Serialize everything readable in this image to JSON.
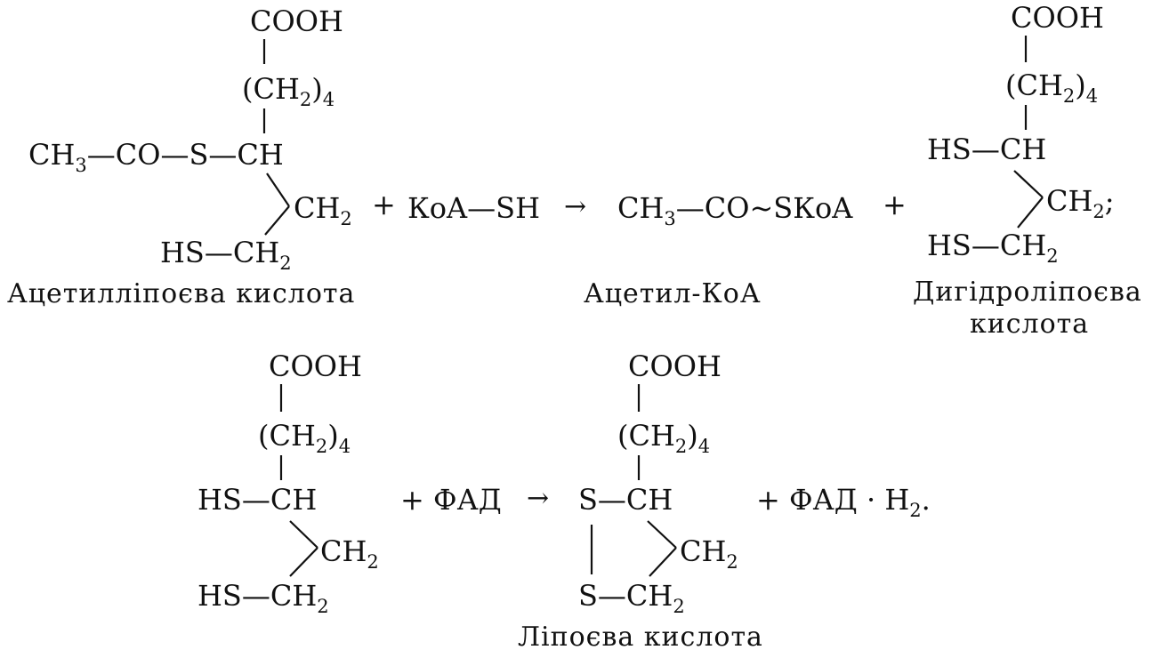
{
  "reaction1": {
    "acetyllipoic": {
      "cooh": "COOH",
      "ch2_open": "(CH",
      "ch2_sub": "2",
      "ch2_close": ")",
      "ch2_count": "4",
      "left_chain": "CH",
      "left_chain_sub": "3",
      "left_chain_rest": "—CO—S—CH",
      "ch2_side": "CH",
      "ch2_side_sub": "2",
      "hs": "HS—CH",
      "hs_sub": "2",
      "caption": "Ацетилліпоєва кислота"
    },
    "plus1": "+",
    "coa_sh": "КoA—SH",
    "arrow": "→",
    "acetyl_coa": {
      "formula_a": "CH",
      "formula_a_sub": "3",
      "formula_b": "—CO",
      "tilde": "~",
      "formula_c": "SКoA",
      "caption": "Ацетил-КоА"
    },
    "plus2": "+",
    "dihydrolipoic": {
      "cooh": "COOH",
      "ch2_open": "(CH",
      "ch2_sub": "2",
      "ch2_close": ")",
      "ch2_count": "4",
      "hs_ch": "HS—CH",
      "ch2_side": "CH",
      "ch2_side_sub": "2",
      "semicolon": ";",
      "hs_ch2": "HS—CH",
      "hs_ch2_sub": "2",
      "caption_line1": "Дигідроліпоєва",
      "caption_line2": "кислота"
    }
  },
  "reaction2": {
    "dihydrolipoic": {
      "cooh": "COOH",
      "ch2_open": "(CH",
      "ch2_sub": "2",
      "ch2_close": ")",
      "ch2_count": "4",
      "hs_ch": "HS—CH",
      "ch2_side": "CH",
      "ch2_side_sub": "2",
      "hs_ch2": "HS—CH",
      "hs_ch2_sub": "2"
    },
    "plus_fad": "+ ФАД",
    "arrow": "→",
    "lipoic": {
      "cooh": "COOH",
      "ch2_open": "(CH",
      "ch2_sub": "2",
      "ch2_close": ")",
      "ch2_count": "4",
      "s_ch": "S—CH",
      "ch2_side": "CH",
      "ch2_side_sub": "2",
      "s_ch2": "S—CH",
      "s_ch2_sub": "2",
      "caption": "Ліпоєва кислота"
    },
    "plus_fadh2": "+ ФАД · H",
    "fadh2_sub": "2",
    "period": "."
  }
}
